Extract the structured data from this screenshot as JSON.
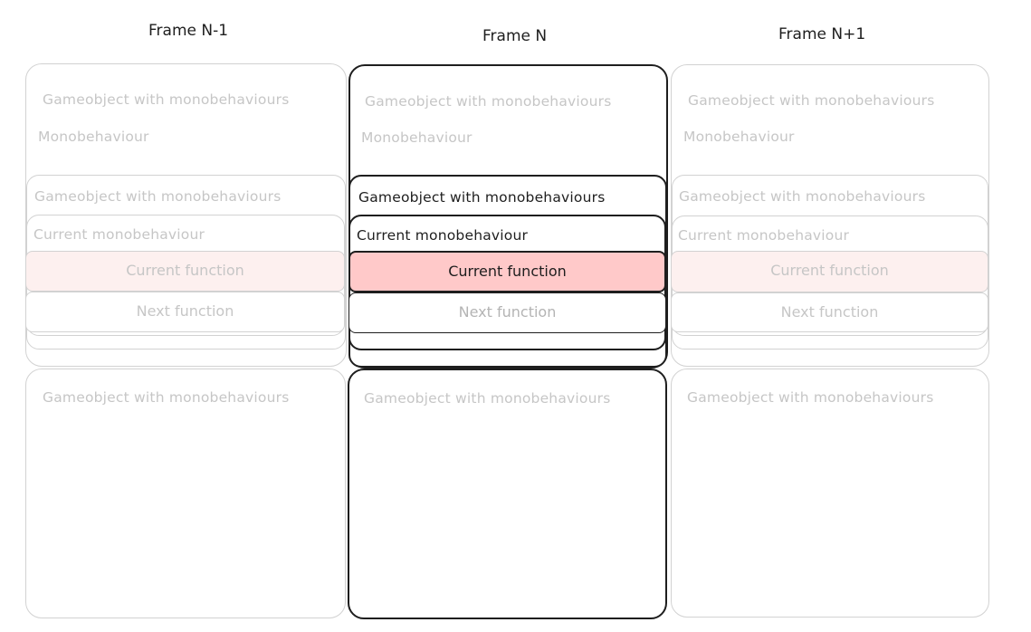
{
  "frames": [
    {
      "title": "Frame N-1",
      "gameobject_top": "Gameobject with monobehaviours",
      "monobehaviour": "Monobehaviour",
      "gameobject_mid": "Gameobject with monobehaviours",
      "current_monobehaviour": "Current monobehaviour",
      "current_function": "Current function",
      "next_function": "Next function",
      "gameobject_bottom": "Gameobject with monobehaviours"
    },
    {
      "title": "Frame N",
      "gameobject_top": "Gameobject with monobehaviours",
      "monobehaviour": "Monobehaviour",
      "gameobject_mid": "Gameobject with monobehaviours",
      "current_monobehaviour": "Current monobehaviour",
      "current_function": "Current function",
      "next_function": "Next function",
      "gameobject_bottom": "Gameobject with monobehaviours"
    },
    {
      "title": "Frame N+1",
      "gameobject_top": "Gameobject with monobehaviours",
      "monobehaviour": "Monobehaviour",
      "gameobject_mid": "Gameobject with monobehaviours",
      "current_monobehaviour": "Current monobehaviour",
      "current_function": "Current function",
      "next_function": "Next function",
      "gameobject_bottom": "Gameobject with monobehaviours"
    }
  ],
  "colors": {
    "active_stroke": "#1e1e1e",
    "faded_stroke": "#d2d2d2",
    "active_highlight": "#ffc9c9",
    "faded_highlight": "#fdf0ef"
  }
}
